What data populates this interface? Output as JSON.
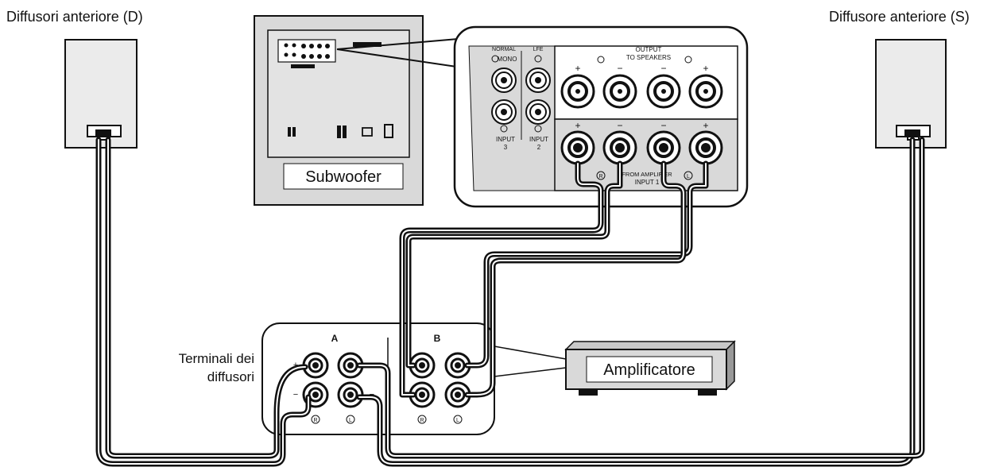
{
  "labels": {
    "front_right_speaker": "Diffusori anteriore (D)",
    "front_left_speaker": "Diffusore anteriore (S)",
    "subwoofer": "Subwoofer",
    "amplifier": "Amplificatore",
    "speaker_terminals_line1": "Terminali dei",
    "speaker_terminals_line2": "diffusori"
  },
  "subwoofer_panel": {
    "normal_mono": "NORMAL",
    "mono": "MONO",
    "lfe": "LFE",
    "output_line1": "OUTPUT",
    "output_line2": "TO SPEAKERS",
    "input3_line1": "INPUT",
    "input3_line2": "3",
    "input2_line1": "INPUT",
    "input2_line2": "2",
    "from_amplifier": "FROM AMPLIFIER",
    "input1": "INPUT 1",
    "plus": "+",
    "minus": "−",
    "r": "R",
    "l": "L"
  },
  "amp_terminals": {
    "group_a": "A",
    "group_b": "B",
    "plus": "+",
    "minus": "−",
    "r": "R",
    "l": "L"
  },
  "colors": {
    "line": "#111111",
    "panel_fill": "#d9d9d9",
    "panel_inner_fill": "#e3e3e3",
    "speaker_fill": "#ebebeb",
    "background": "#ffffff"
  }
}
